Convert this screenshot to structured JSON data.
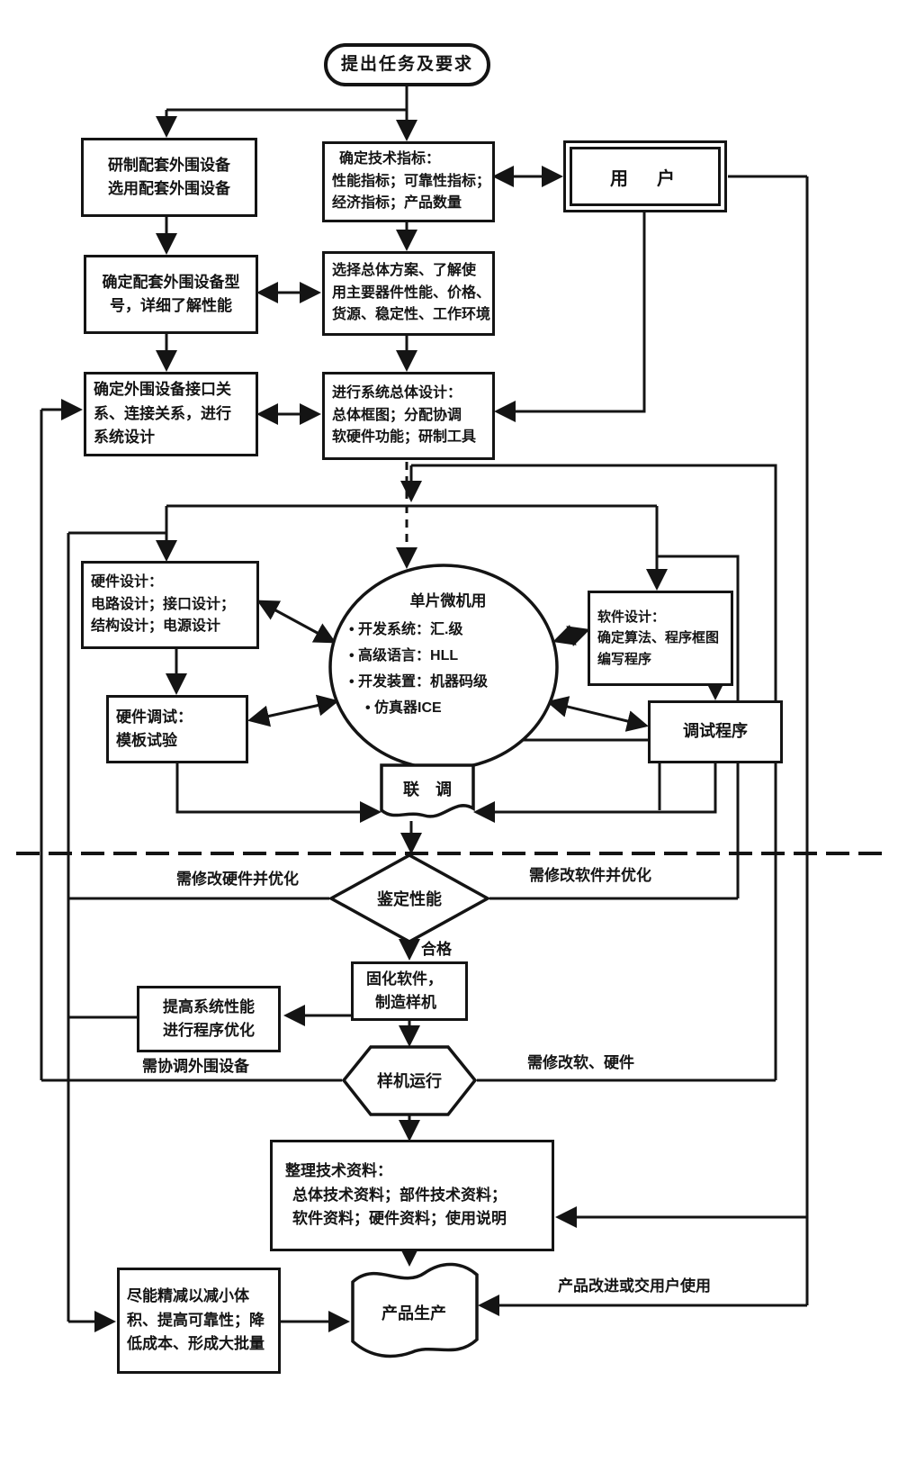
{
  "page": {
    "background": "#ffffff",
    "ink": "#141414"
  },
  "nodes": {
    "start": {
      "label": "提出任务及要求"
    },
    "develop_peripherals": {
      "lines": [
        "研制配套外围设备",
        "选用配套外围设备"
      ]
    },
    "tech_specs": {
      "lines": [
        "确定技术指标：",
        "性能指标；可靠性指标；",
        "经济指标；产品数量"
      ]
    },
    "user": {
      "label": "用　户"
    },
    "peripheral_model": {
      "lines": [
        "确定配套外围设备型",
        "号，详细了解性能"
      ]
    },
    "overall_plan": {
      "lines": [
        "选择总体方案、了解使",
        "用主要器件性能、价格、",
        "货源、稳定性、工作环境"
      ]
    },
    "peripheral_interface": {
      "lines": [
        "确定外围设备接口关",
        "系、连接关系，进行",
        "系统设计"
      ]
    },
    "system_design": {
      "lines": [
        "进行系统总体设计：",
        "总体框图；分配协调",
        "软硬件功能；研制工具"
      ]
    },
    "mcu_tools": {
      "title": "单片微机用",
      "items": [
        "• 开发系统：汇.级",
        "• 高级语言：HLL",
        "• 开发装置：机器码级",
        "• 仿真器ICE"
      ]
    },
    "hardware_design": {
      "lines": [
        "硬件设计：",
        "电路设计；接口设计；",
        "结构设计；电源设计"
      ]
    },
    "software_design": {
      "lines": [
        "软件设计：",
        "确定算法、程序框图",
        "编写程序"
      ]
    },
    "hardware_debug": {
      "lines": [
        "硬件调试：",
        "模板试验"
      ]
    },
    "program_debug": {
      "label": "调试程序"
    },
    "joint_debug": {
      "label": "联　调"
    },
    "evaluate": {
      "label": "鉴定性能"
    },
    "solidify": {
      "lines": [
        "固化软件，",
        "制造样机"
      ]
    },
    "improve": {
      "lines": [
        "提高系统性能",
        "进行程序优化"
      ]
    },
    "prototype_run": {
      "label": "样机运行"
    },
    "organize_docs": {
      "lines": [
        "整理技术资料：",
        "总体技术资料；部件技术资料；",
        "软件资料；硬件资料；使用说明"
      ]
    },
    "production": {
      "label": "产品生产"
    },
    "streamline": {
      "lines": [
        "尽能精减以减小体",
        "积、提高可靠性；降",
        "低成本、形成大批量"
      ]
    }
  },
  "labels": {
    "modify_hardware": "需修改硬件并优化",
    "modify_software": "需修改软件并优化",
    "qualified": "合格",
    "coordinate_peripherals": "需协调外围设备",
    "modify_soft_hard": "需修改软、硬件",
    "product_improve": "产品改进或交用户使用"
  }
}
